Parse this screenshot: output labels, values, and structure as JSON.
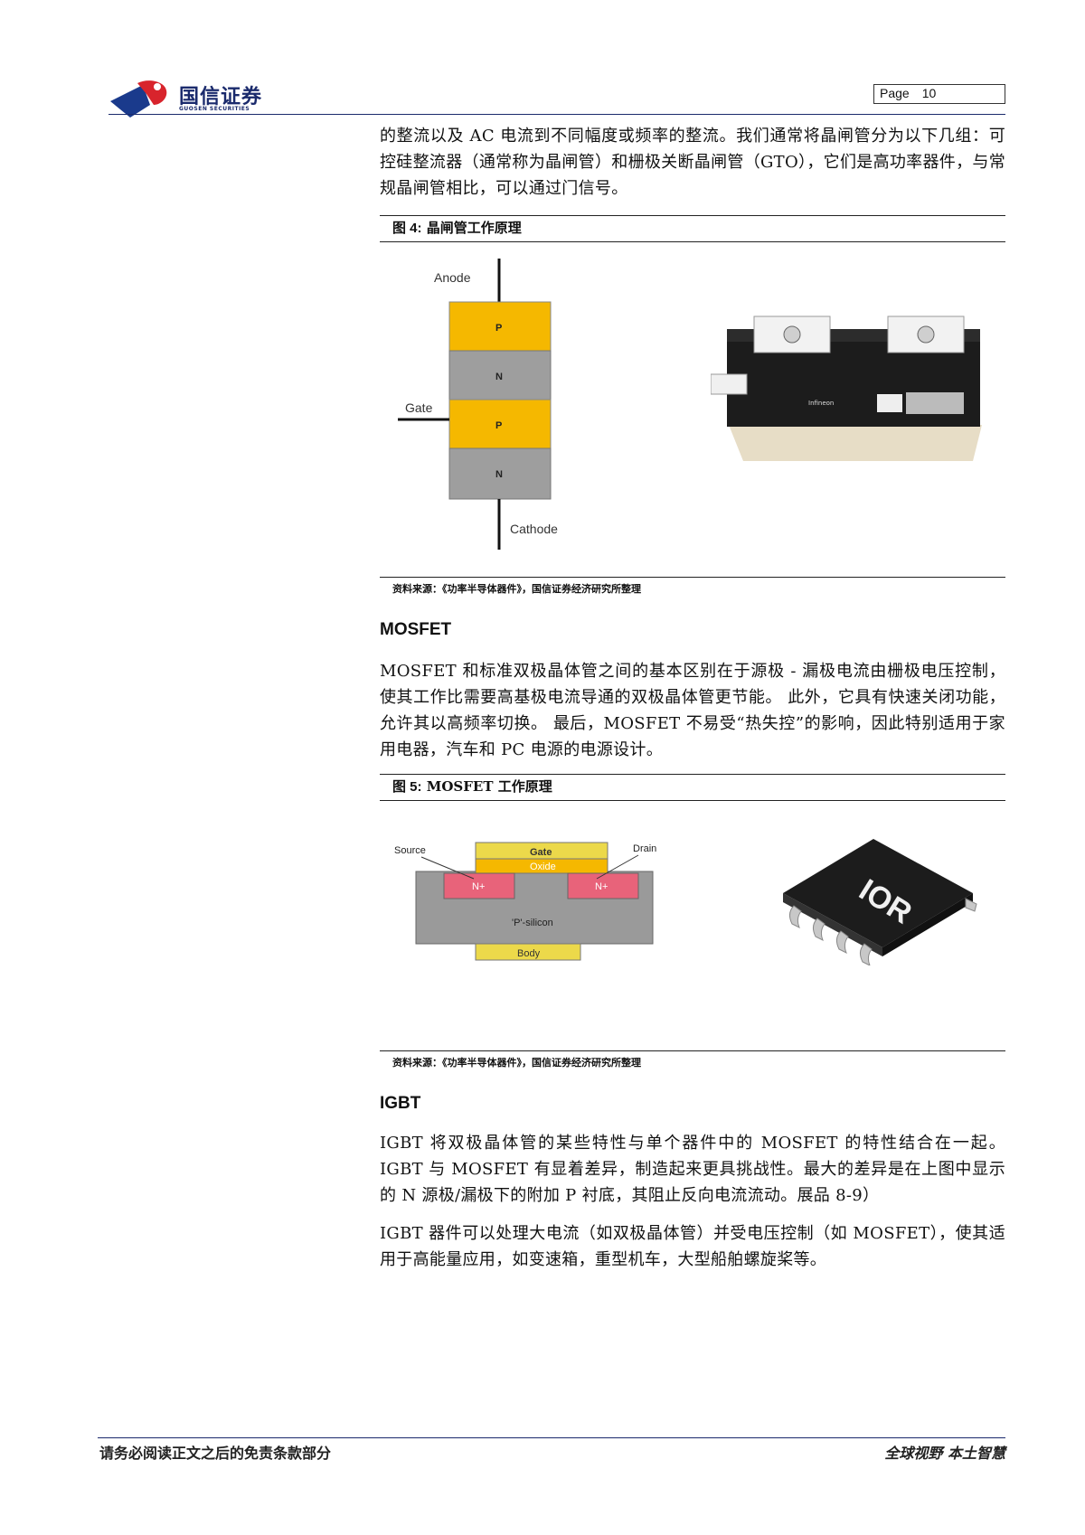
{
  "header": {
    "logo_cn": "国信证券",
    "logo_en": "GUOSEN SECURITIES",
    "page_label": "Page",
    "page_number": "10"
  },
  "intro_paragraph": "的整流以及 AC 电流到不同幅度或频率的整流。我们通常将晶闸管分为以下几组：可控硅整流器（通常称为晶闸管）和栅极关断晶闸管（GTO），它们是高功率器件，与常规晶闸管相比，可以通过门信号。",
  "figure4": {
    "number": "图 4:",
    "title": "晶闸管工作原理",
    "labels": {
      "anode": "Anode",
      "gate": "Gate",
      "cathode": "Cathode",
      "p1": "P",
      "n1": "N",
      "p2": "P",
      "n2": "N"
    },
    "module_brand": "Infineon",
    "source": "资料来源：《功率半导体器件》，国信证券经济研究所整理"
  },
  "mosfet": {
    "heading": "MOSFET",
    "paragraph": "MOSFET 和标准双极晶体管之间的基本区别在于源极 - 漏极电流由栅极电压控制，使其工作比需要高基极电流导通的双极晶体管更节能。 此外，它具有快速关闭功能，允许其以高频率切换。 最后，MOSFET 不易受“热失控”的影响，因此特别适用于家用电器，汽车和 PC 电源的电源设计。"
  },
  "figure5": {
    "number": "图 5:",
    "title": "MOSFET 工作原理",
    "labels": {
      "source": "Source",
      "gate": "Gate",
      "oxide": "Oxide",
      "drain": "Drain",
      "n_left": "N+",
      "n_right": "N+",
      "silicon": "'P'-silicon",
      "body": "Body"
    },
    "chip_logo": "IOR",
    "source": "资料来源：《功率半导体器件》，国信证券经济研究所整理"
  },
  "igbt": {
    "heading": "IGBT",
    "paragraph1": "IGBT 将双极晶体管的某些特性与单个器件中的 MOSFET 的特性结合在一起。IGBT 与 MOSFET 有显着差异，制造起来更具挑战性。最大的差异是在上图中显示的 N 源极/漏极下的附加 P 衬底，其阻止反向电流流动。展品 8-9）",
    "paragraph2": "IGBT 器件可以处理大电流（如双极晶体管）并受电压控制（如 MOSFET），使其适用于高能量应用，如变速箱，重型机车，大型船舶螺旋桨等。"
  },
  "footer": {
    "disclaimer": "请务必阅读正文之后的免责条款部分",
    "slogan": "全球视野 本土智慧"
  }
}
